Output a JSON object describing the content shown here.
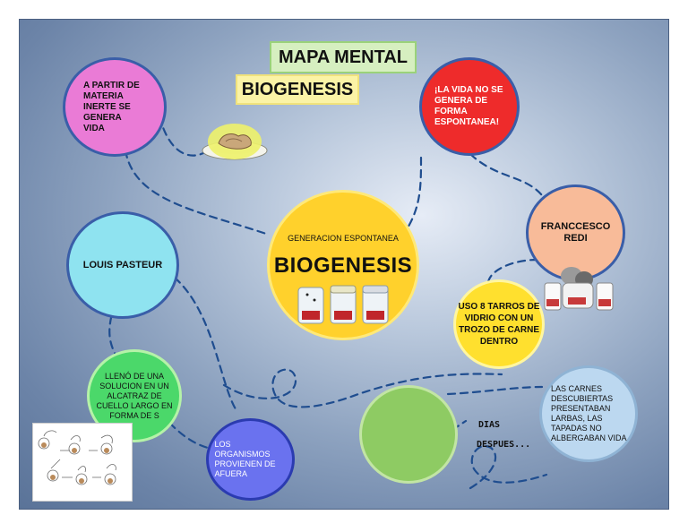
{
  "title_box": "MAPA MENTAL",
  "subtitle_box": "BIOGENESIS",
  "center": {
    "small_label": "GENERACION ESPONTANEA",
    "big_label": "BIOGENESIS"
  },
  "nodes": {
    "materia_inerte": "A PARTIR DE MATERIA INERTE SE GENERA VIDA",
    "vida_no_espontanea": "¡LA VIDA NO SE GENERA DE FORMA ESPONTANEA!",
    "redi": "FRANCCESCO REDI",
    "pasteur": "LOUIS PASTEUR",
    "tarros": "USO 8 TARROS DE VIDRIO CON UN TROZO DE CARNE DENTRO",
    "alcatraz": "LLENÓ DE UNA SOLUCION EN UN ALCATRAZ DE CUELLO LARGO EN FORMA DE S",
    "organismos": "LOS ORGANISMOS PROVIENEN DE AFUERA",
    "carnes": "LAS CARNES DESCUBIERTAS PRESENTABAN LARBAS, LAS TAPADAS NO ALBERGABAN VIDA",
    "dias_1": "DIAS",
    "dias_2": "DESPUES..."
  },
  "colors": {
    "pink": "#ea7bd6",
    "red": "#ee2b2b",
    "peach": "#f8bb99",
    "cyan": "#8fe3f0",
    "yellow": "#ffe02e",
    "center_yellow": "#ffd12c",
    "green": "#4bd86a",
    "blue": "#6a72ef",
    "light_blue": "#bcd8f0",
    "olive_green": "#8ecb63",
    "title_green": "#d6efc0",
    "subtitle_yellow": "#fbf3a6"
  }
}
